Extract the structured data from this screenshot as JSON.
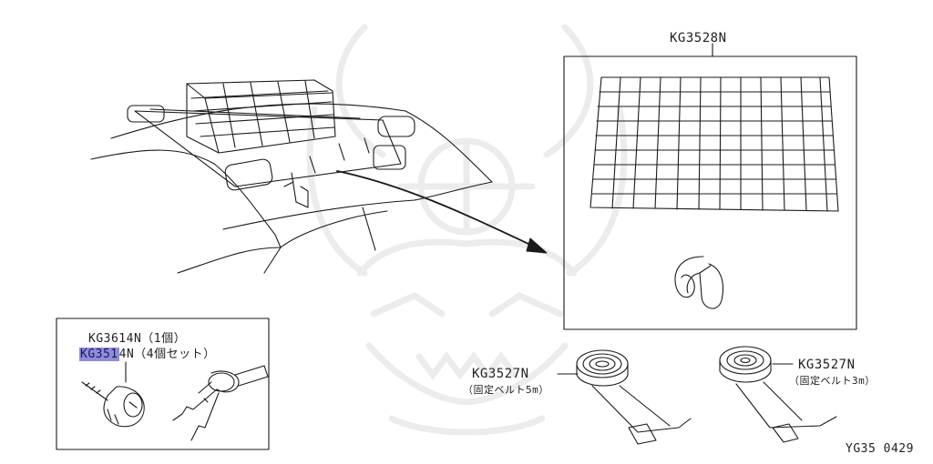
{
  "labels": {
    "net_part": "KG3528N",
    "lock_single": "KG3614N（1個）",
    "lock_set_highlight": "KG351",
    "lock_set_rest": "4N（4個セット）",
    "belt_5m_part": "KG3527N",
    "belt_5m_desc": "（固定ベルト5m）",
    "belt_3m_part": "KG3527N",
    "belt_3m_desc": "（固定ベルト3m）",
    "figure_code": "YG35 0429"
  },
  "colors": {
    "line": "#1a1a1a",
    "highlight": "#8f8ce0",
    "watermark": "#ededed"
  }
}
